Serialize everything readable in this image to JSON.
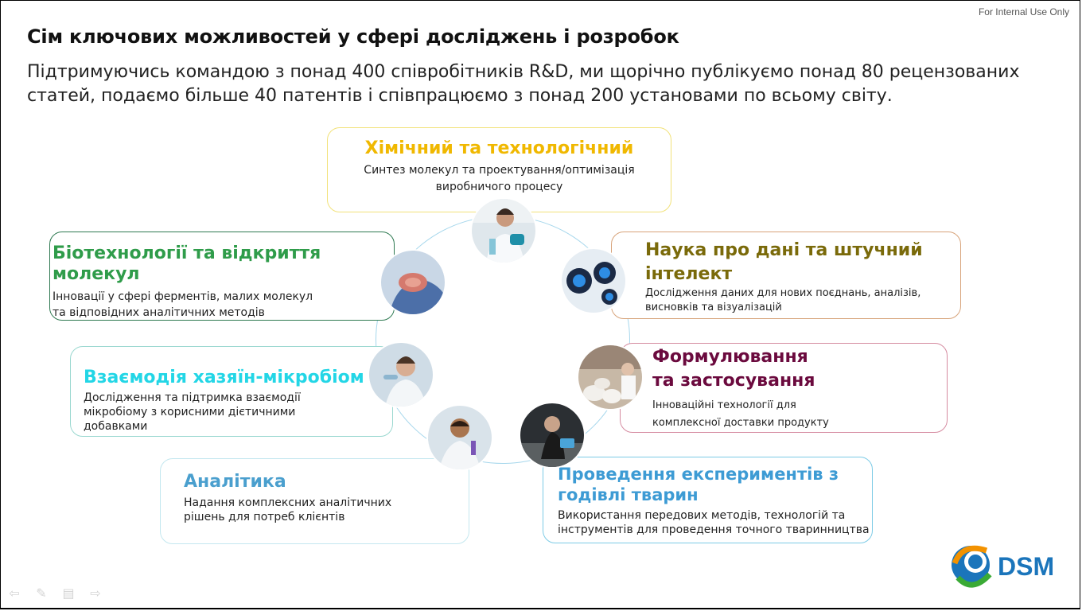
{
  "header": {
    "internal_label": "For Internal Use Only",
    "title": "Сім ключових можливостей у сфері досліджень і розробок",
    "subtitle": "Підтримуючись командою з понад 400 співробітників R&D, ми щорічно публікуємо понад 80 рецензованих\nстатей, подаємо більше 40 патентів і співпрацюємо з понад 200 установами по всьому світу."
  },
  "cards": {
    "chem": {
      "title": "Хімічний та технологічний",
      "text": "Синтез молекул та проектування/оптимізація\nвиробничого процесу"
    },
    "bio": {
      "title": "Біотехнології та відкриття молекул",
      "text": "Інновації у сфері ферментів, малих молекул\nта відповідних аналітичних методів"
    },
    "data": {
      "title": "Наука про дані та штучний\nінтелект",
      "text": "Дослідження даних для нових поєднань, аналізів,\nвисновків та візуалізацій"
    },
    "host": {
      "title": "Взаємодія хазяїн-мікробіом",
      "text": "Дослідження та підтримка взаємодії\nмікробіому з корисними дієтичними\nдобавками"
    },
    "form": {
      "title": "Формулювання\nта застосування",
      "text": "Інноваційні технології для\nкомплексної доставки продукту"
    },
    "anal": {
      "title": "Аналітика",
      "text": "Надання комплексних аналітичних\nрішень для потреб клієнтів"
    },
    "feed": {
      "title": "Проведення експериментів з\nгодівлі тварин",
      "text": "Використання передових методів, технологій та\nінструментів для проведення точного тваринництва"
    }
  },
  "colors": {
    "chem": "#f0b800",
    "bio": "#2f9c4a",
    "data": "#7a6a0a",
    "host": "#23d6e6",
    "form": "#6b0a3e",
    "anal": "#4a9fce",
    "feed": "#3d9bd4",
    "ring": "#a6d7ec"
  },
  "logo": {
    "text": "DSM"
  },
  "nav_icons": [
    "back-arrow-icon",
    "pen-icon",
    "menu-icon",
    "forward-arrow-icon"
  ]
}
